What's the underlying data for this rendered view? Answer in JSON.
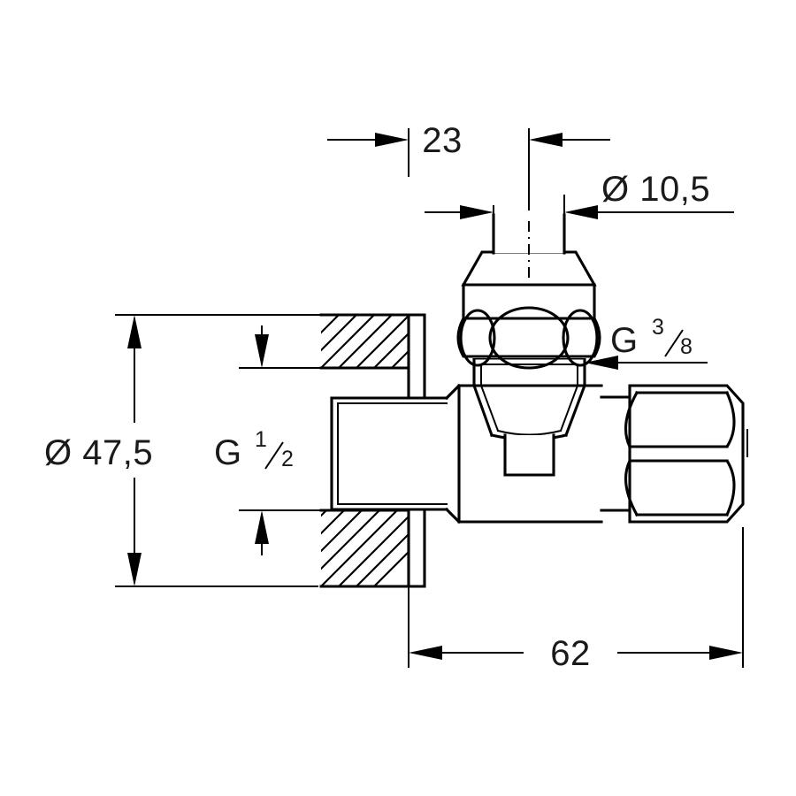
{
  "drawing": {
    "title": "Angle valve technical dimension drawing",
    "units": "mm",
    "background_color": "#ffffff",
    "line_color": "#000000",
    "text_color": "#1a1a1a"
  },
  "dimensions": {
    "spindle_offset": {
      "label": "23",
      "name": "wall-to-spindle-center",
      "orientation": "horizontal"
    },
    "spindle_diameter": {
      "prefix": "Ø",
      "value": "10,5",
      "label": "Ø 10,5",
      "name": "spindle-diameter",
      "orientation": "horizontal"
    },
    "flange_diameter": {
      "prefix": "Ø",
      "value": "47,5",
      "label": "Ø 47,5",
      "name": "flange-diameter",
      "orientation": "vertical"
    },
    "inlet_thread": {
      "prefix": "G",
      "numerator": "1",
      "denominator": "2",
      "label": "G 1/2",
      "name": "inlet-thread-size",
      "orientation": "vertical"
    },
    "outlet_thread": {
      "prefix": "G",
      "numerator": "3",
      "denominator": "8",
      "label": "G 3/8",
      "name": "outlet-thread-size",
      "orientation": "horizontal"
    },
    "overall_length": {
      "label": "62",
      "name": "overall-length",
      "orientation": "horizontal"
    }
  },
  "components": {
    "wall": "sectioned-wall-hatched",
    "flange": "wall-flange-plate",
    "inlet": "threaded-inlet-g12",
    "valve_body": "valve-body",
    "handle": "valve-handle-knob",
    "spindle": "valve-spindle",
    "outlet_nut": "outlet-union-nut-g38"
  }
}
